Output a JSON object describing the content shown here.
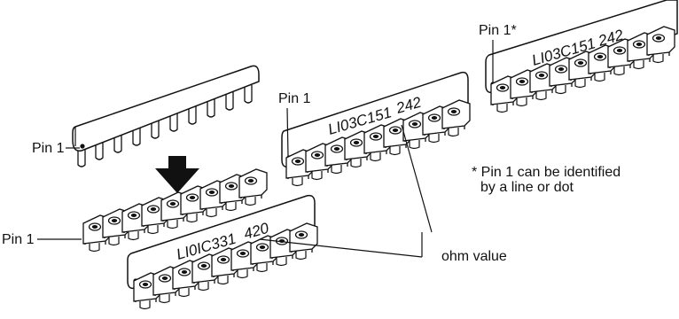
{
  "labels": {
    "pin1_top": "Pin 1",
    "pin1_middle": "Pin 1",
    "pin1_right": "Pin 1*",
    "pin1_bottom": "Pin 1",
    "ohm_value": "ohm value",
    "note_line1": "* Pin 1 can be identified",
    "note_line2": "by a line or dot"
  },
  "parts": {
    "middle": {
      "code": "LI03C151",
      "value": "242"
    },
    "right": {
      "code": "LI03C151",
      "value": "242"
    },
    "bottom": {
      "code": "LI0IC331",
      "value": "420"
    }
  }
}
